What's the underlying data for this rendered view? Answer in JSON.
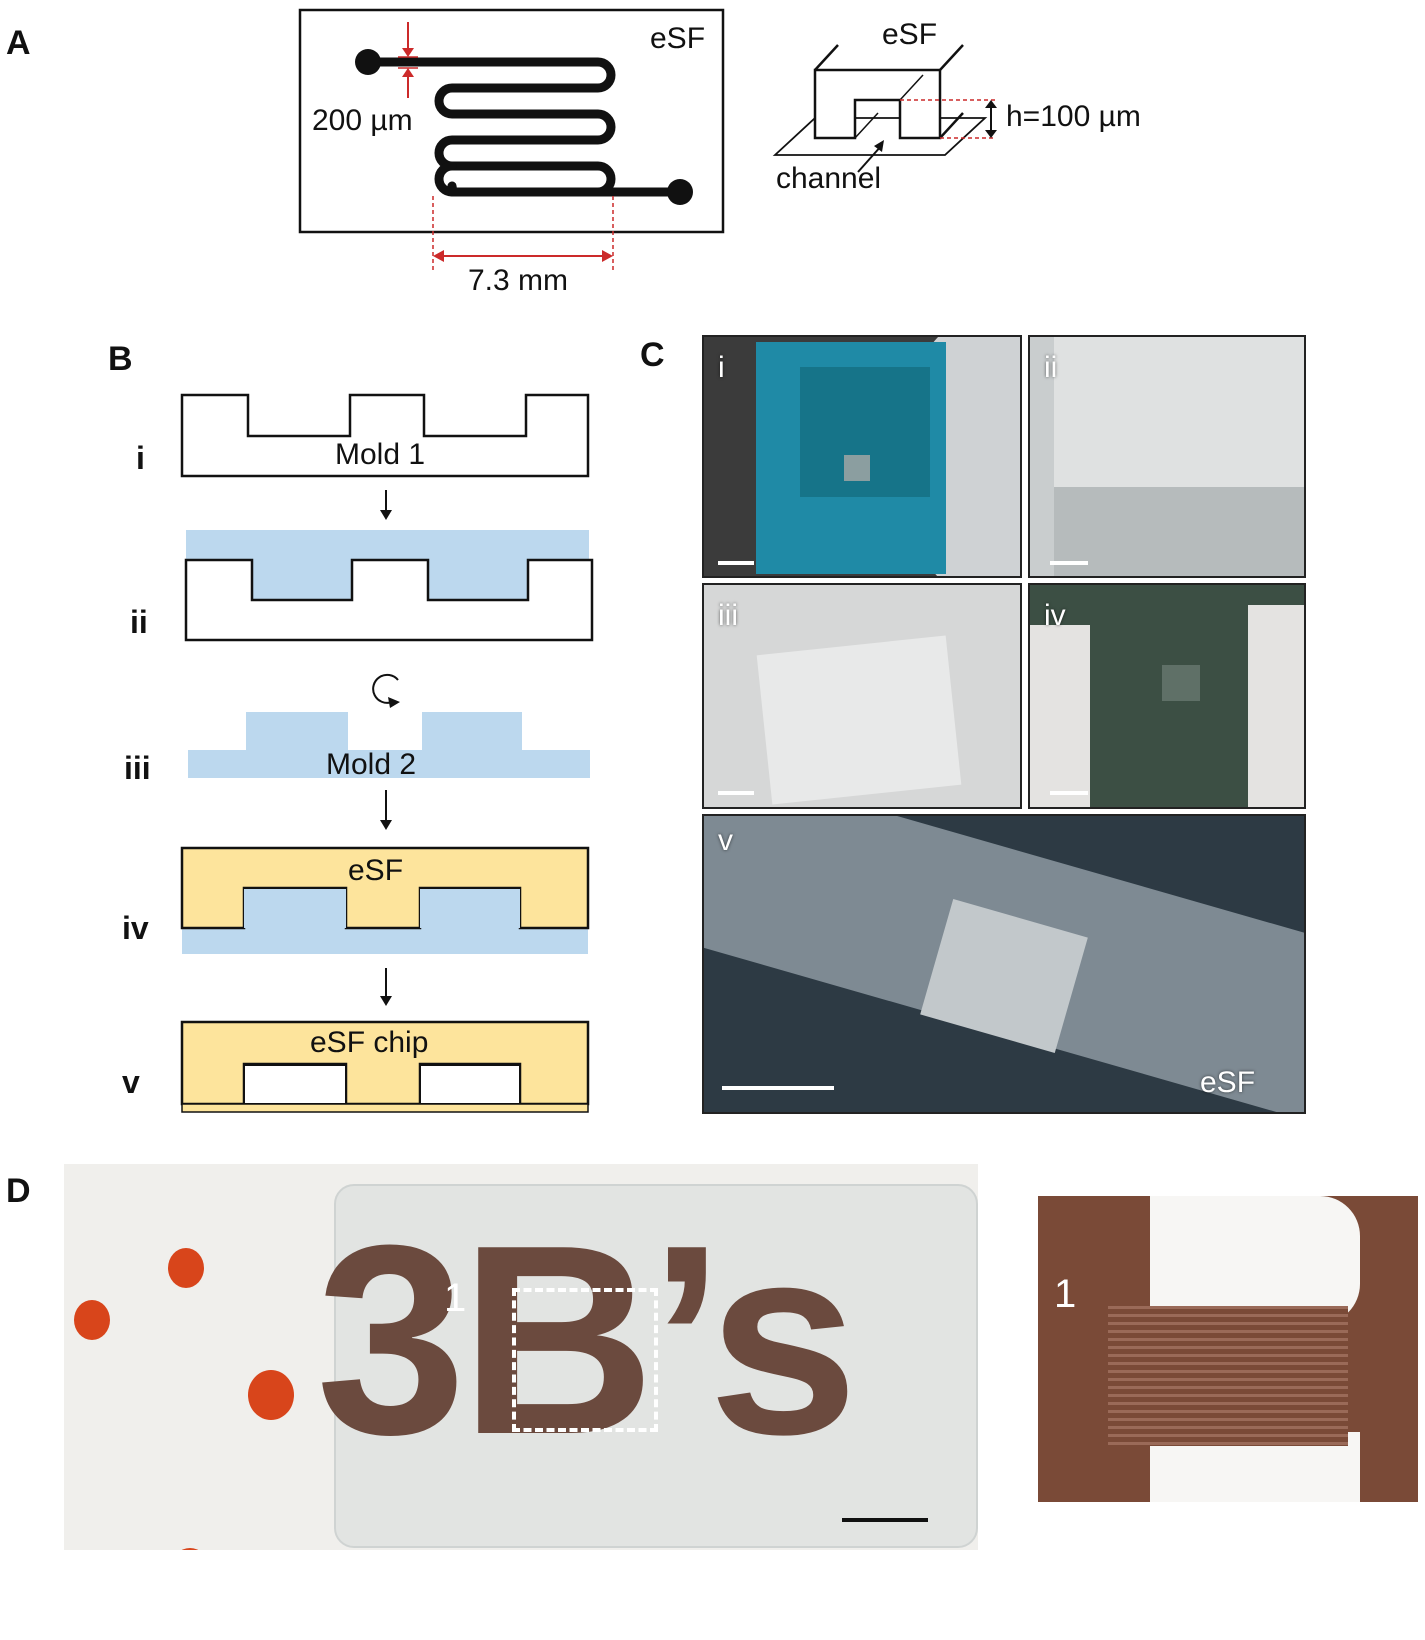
{
  "panels": {
    "A": {
      "letter": "A",
      "chip_label": "eSF",
      "width_label": "200 µm",
      "length_label": "7.3 mm",
      "cross_label": "eSF",
      "height_label": "h=100 µm",
      "channel_label": "channel"
    },
    "B": {
      "letter": "B",
      "steps": [
        {
          "roman": "i",
          "text": "Mold 1"
        },
        {
          "roman": "ii",
          "text": ""
        },
        {
          "roman": "iii",
          "text": "Mold 2"
        },
        {
          "roman": "iv",
          "text": "eSF"
        },
        {
          "roman": "v",
          "text": "eSF chip"
        }
      ]
    },
    "C": {
      "letter": "C",
      "photos": [
        {
          "label": "i"
        },
        {
          "label": "ii"
        },
        {
          "label": "iii"
        },
        {
          "label": "iv"
        },
        {
          "label": "v",
          "corner_text": "eSF"
        }
      ]
    },
    "D": {
      "letter": "D",
      "logo_text": "3B’s",
      "region_marker": "1",
      "inset_marker": "1"
    }
  },
  "colors": {
    "mold_blue": "#bcd8ee",
    "esf_yellow": "#fde49c",
    "dimension_red": "#cc2a2a",
    "channel_black": "#111111",
    "photo_teal": "#1f8aa6",
    "logo_brown": "#6b4a3e",
    "dot_orange": "#d8451b"
  }
}
